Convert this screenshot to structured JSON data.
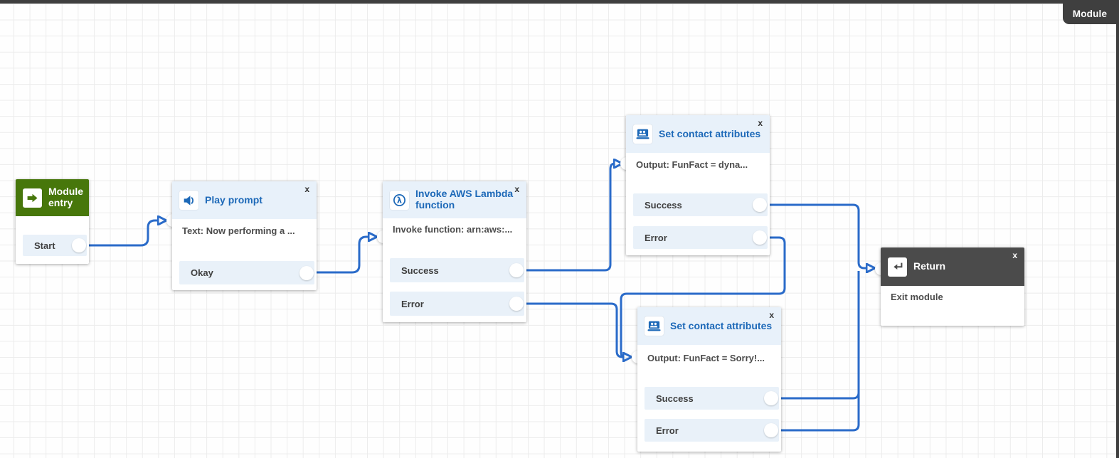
{
  "tab": {
    "label": "Module"
  },
  "colors": {
    "connector_blue": "#2a6bc9",
    "title_blue": "#1d69b8",
    "entry_green": "#47770b",
    "header_tint": "#e8f1fa",
    "chrome_dark": "#3f3f3f"
  },
  "nodes": {
    "module_entry": {
      "title": "Module entry",
      "outputs": [
        {
          "label": "Start"
        }
      ]
    },
    "play_prompt": {
      "title": "Play prompt",
      "close_label": "x",
      "summary": "Text: Now performing a ...",
      "outputs": [
        {
          "label": "Okay"
        }
      ]
    },
    "invoke_lambda": {
      "title": "Invoke AWS Lambda function",
      "close_label": "x",
      "summary": "Invoke function: arn:aws:...",
      "outputs": [
        {
          "label": "Success"
        },
        {
          "label": "Error"
        }
      ]
    },
    "set_contact_attributes_top": {
      "title": "Set contact attributes",
      "close_label": "x",
      "summary": "Output: FunFact = dyna...",
      "outputs": [
        {
          "label": "Success"
        },
        {
          "label": "Error"
        }
      ]
    },
    "set_contact_attributes_bottom": {
      "title": "Set contact attributes",
      "close_label": "x",
      "summary": "Output: FunFact = Sorry!...",
      "outputs": [
        {
          "label": "Success"
        },
        {
          "label": "Error"
        }
      ]
    },
    "return_node": {
      "title": "Return",
      "close_label": "x",
      "summary": "Exit module"
    }
  },
  "connections": [
    {
      "from": "Module entry / Start",
      "to": "Play prompt"
    },
    {
      "from": "Play prompt / Okay",
      "to": "Invoke AWS Lambda function"
    },
    {
      "from": "Invoke AWS Lambda function / Success",
      "to": "Set contact attributes (FunFact = dyna...)"
    },
    {
      "from": "Invoke AWS Lambda function / Error",
      "to": "Set contact attributes (FunFact = Sorry!...)"
    },
    {
      "from": "Set contact attributes (FunFact = dyna...) / Success",
      "to": "Return"
    },
    {
      "from": "Set contact attributes (FunFact = dyna...) / Error",
      "to": "Set contact attributes (FunFact = Sorry!...)"
    },
    {
      "from": "Set contact attributes (FunFact = Sorry!...) / Success",
      "to": "Return"
    },
    {
      "from": "Set contact attributes (FunFact = Sorry!...) / Error",
      "to": "Return"
    }
  ]
}
